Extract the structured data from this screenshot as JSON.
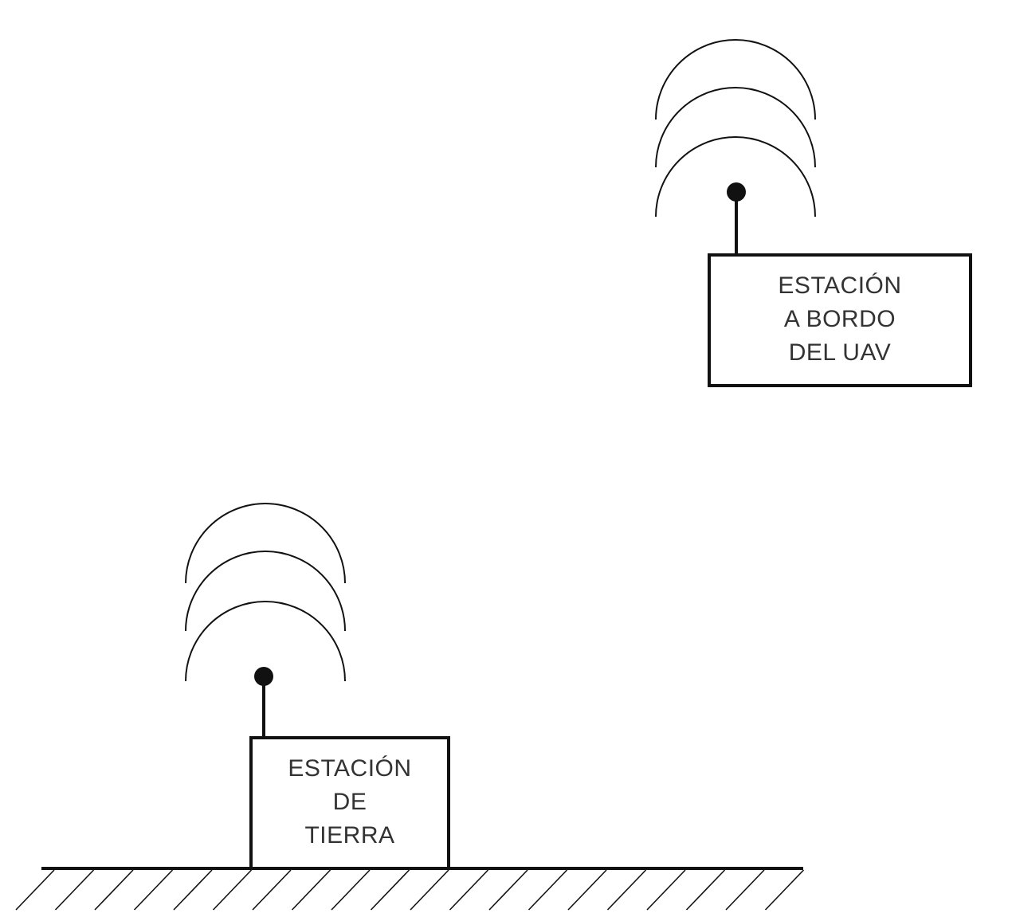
{
  "uav_station": {
    "label_lines": [
      "ESTACIÓN",
      "A BORDO",
      "DEL UAV"
    ],
    "icon": "antenna-icon"
  },
  "ground_station": {
    "label_lines": [
      "ESTACIÓN",
      "DE",
      "TIERRA"
    ],
    "icon": "antenna-icon"
  },
  "colors": {
    "stroke": "#111111",
    "text": "#333333",
    "background": "#ffffff"
  }
}
